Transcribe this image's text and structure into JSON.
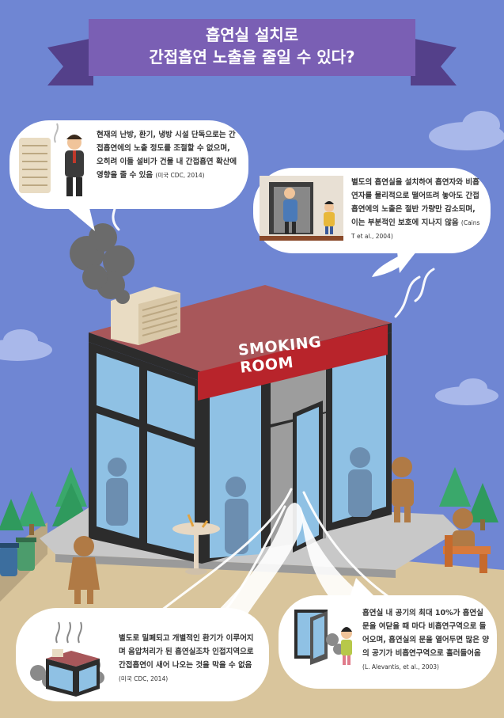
{
  "title": {
    "line1": "흡연실 설치로",
    "line2": "간접흡연 노출을 줄일 수 있다?"
  },
  "sign": {
    "label": "SMOKING ROOM"
  },
  "bubbles": [
    {
      "text": "현재의 난방, 환기, 냉방 시설 단독으로는 간접흡연에의 노출 정도를 조절할 수 없으며, 오히려 이들 설비가 건물 내 간접흡연 확산에 영향을 줄 수 있음",
      "citation": "(미국 CDC, 2014)"
    },
    {
      "text": "별도의 흡연실을 설치하여 흡연자와 비흡연자를 물리적으로 떨어뜨려 놓아도 간접흡연에의 노출은 절반 가량만 감소되며, 이는 부분적인 보호에 지나지 않음",
      "citation": "(Cains T et al., 2004)"
    },
    {
      "text": "별도로 밀폐되고 개별적인 환기가 이루어지며 음압처리가 된 흡연실조차 인접지역으로 간접흡연이 새어 나오는 것을 막을 수 없음",
      "citation": "(미국 CDC, 2014)"
    },
    {
      "text": "흡연실 내 공기의 최대 10%가 흡연실 문을 여닫을 때 마다 비흡연구역으로 들어오며, 흡연실의 문을 열어두면 많은 양의 공기가 비흡연구역으로 흘러들어옴",
      "citation": "(L. Alevantis, et al., 2003)"
    }
  ],
  "colors": {
    "background": "#6f86d3",
    "banner": "#7a5fb4",
    "banner_dark": "#54408a",
    "sign": "#b8242b",
    "roof": "#a8575a",
    "glass": "#8fc1e4",
    "ground": "#d9c59c",
    "smoke": "#ffffff"
  }
}
